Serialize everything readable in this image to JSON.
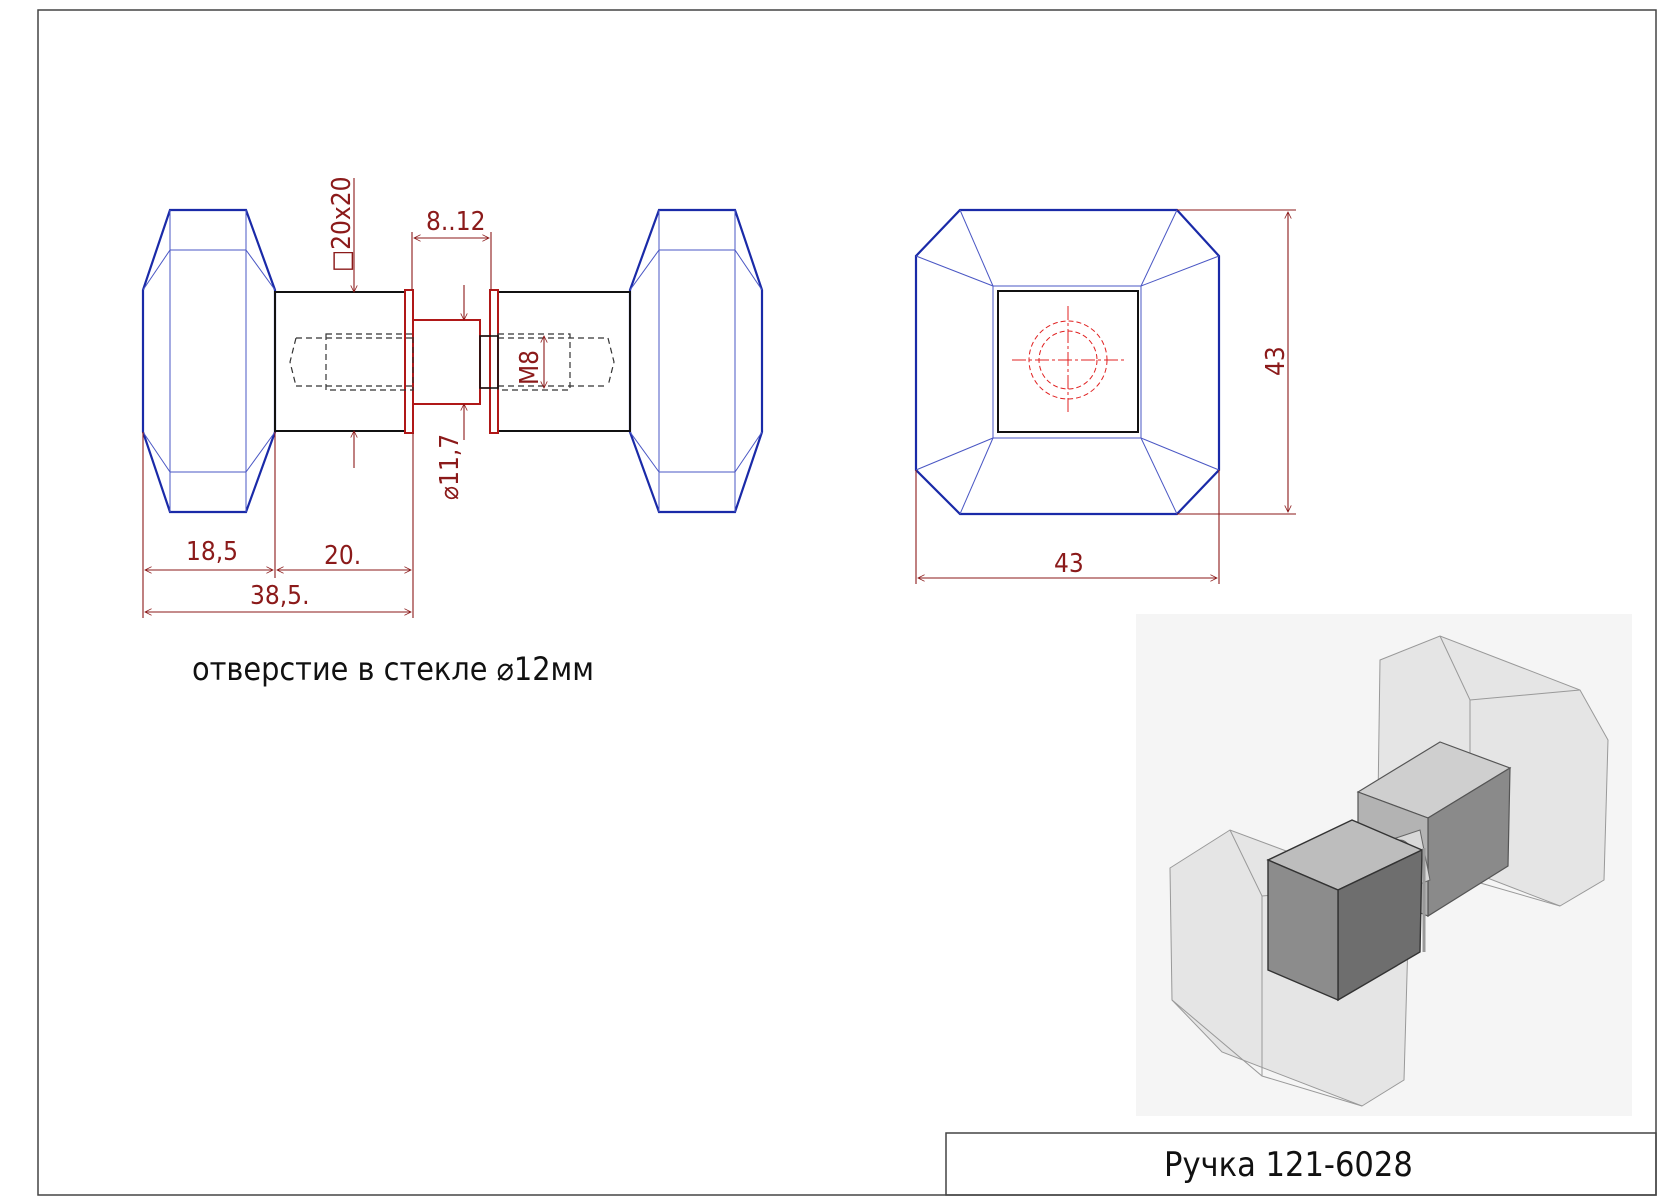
{
  "dimensions": {
    "square_size": "□20x20",
    "gap": "8..12",
    "thread": "M8",
    "diameter": "⌀11,7",
    "knob_length": "18,5",
    "stem_length": "20.",
    "total_length": "38,5.",
    "front_height": "43",
    "front_width": "43"
  },
  "note": "отверстие в стекле ⌀12мм",
  "title_block": {
    "title": "Ручка 121-6028"
  },
  "colors": {
    "dimension": "#8b1a1a",
    "outline": "#1a2aa8",
    "line": "#111111",
    "center": "#e02020"
  }
}
